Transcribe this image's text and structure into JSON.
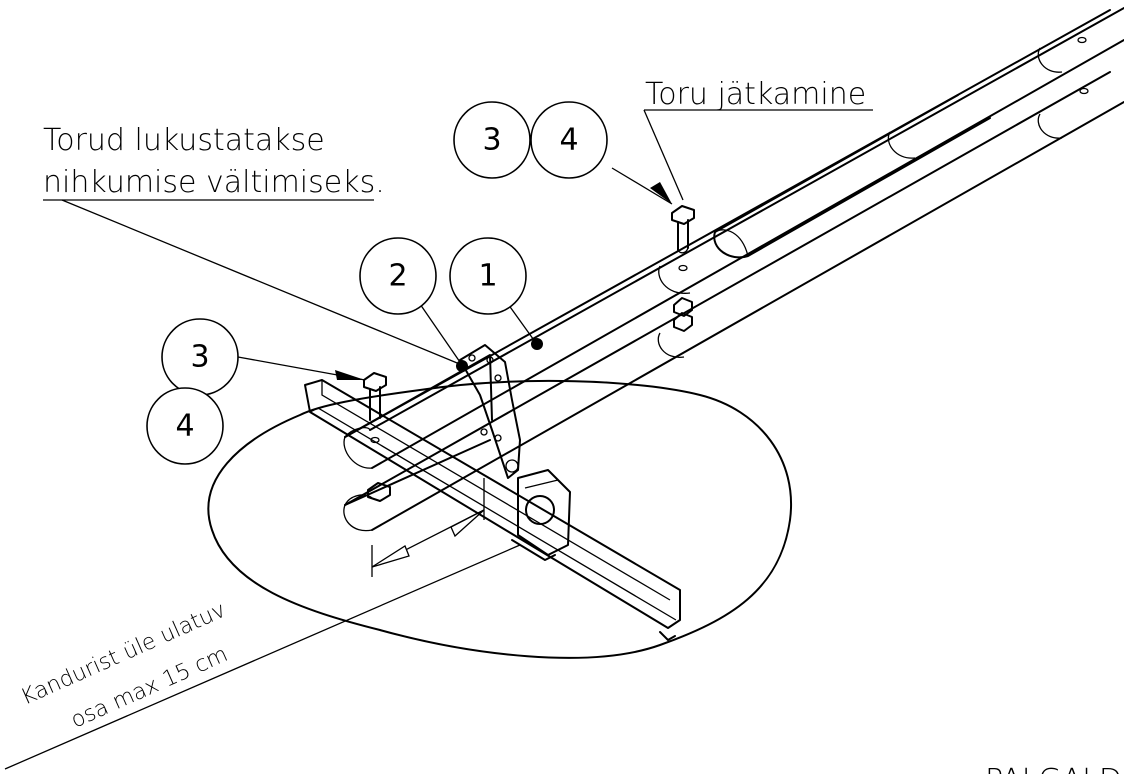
{
  "labels": {
    "pipe_extension": "Toru jätkamine",
    "lock_line1": "Torud lukustatakse",
    "lock_line2": "nihkumise vältimiseks.",
    "overhang_line1": "Kandurist  üle ulatuv",
    "overhang_line2": "osa max 15 cm",
    "corner_text": "PALGALDAM"
  },
  "callouts": {
    "top_left": "3",
    "top_right": "4",
    "mid_left": "2",
    "mid_right": "1",
    "side_top": "3",
    "side_bottom": "4"
  }
}
